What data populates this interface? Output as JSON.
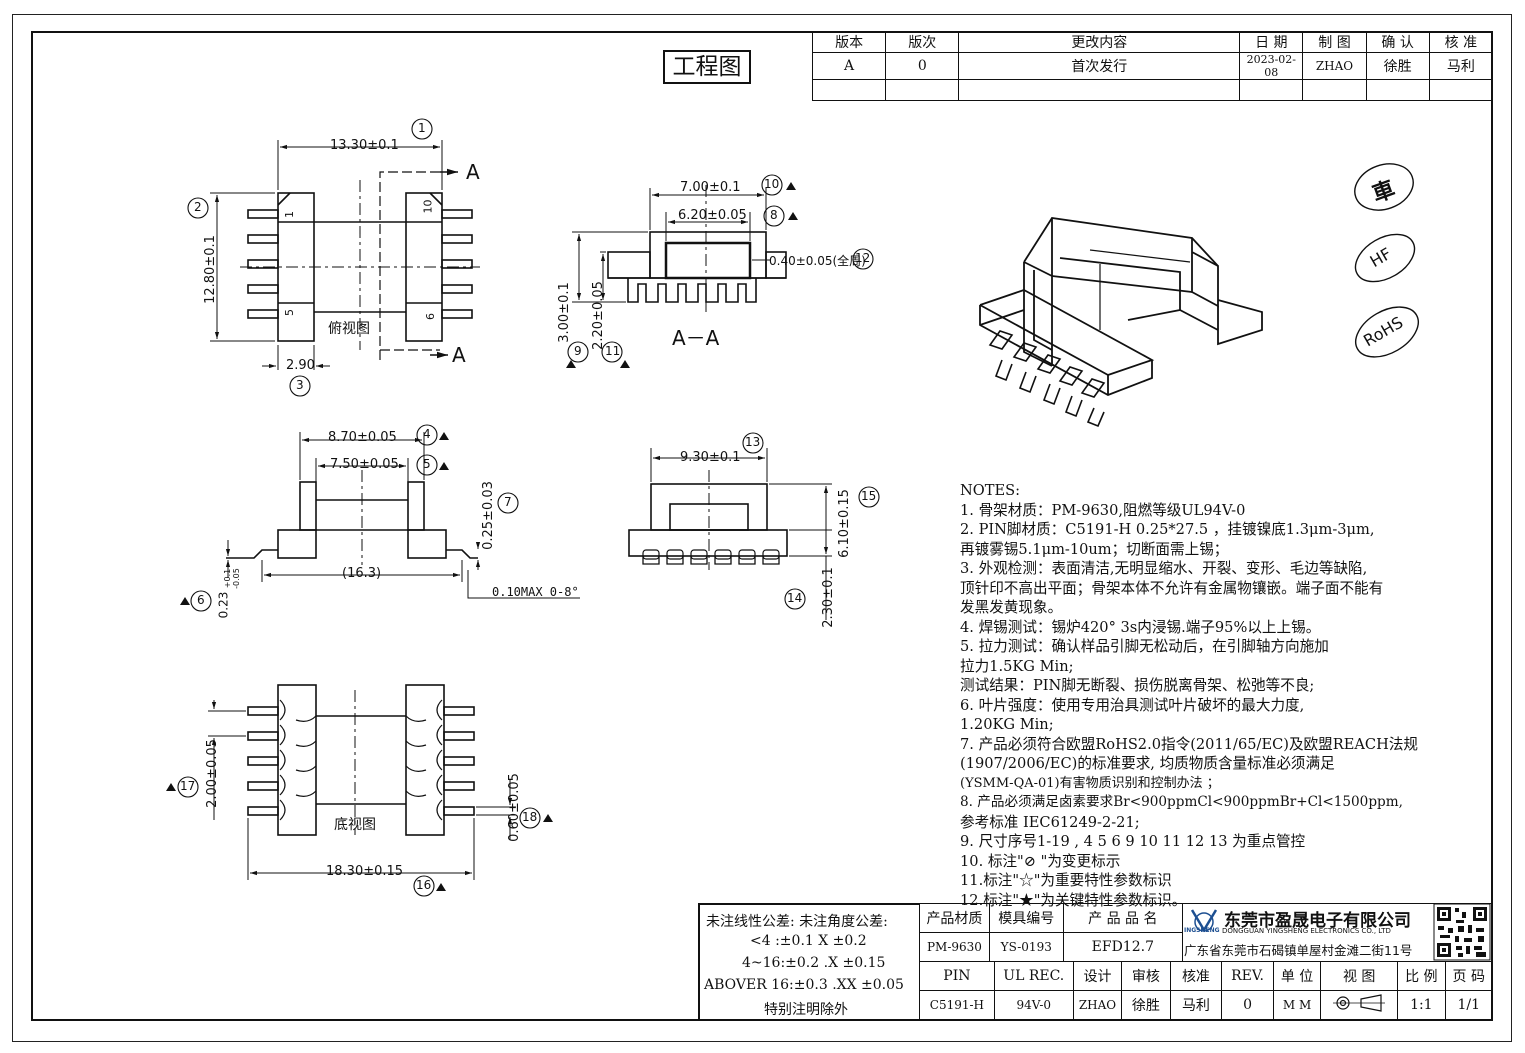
{
  "title": "工程图",
  "revision_table": {
    "headers": [
      "版本",
      "版次",
      "更改内容",
      "日 期",
      "制 图",
      "确 认",
      "核 准"
    ],
    "rows": [
      [
        "A",
        "0",
        "首次发行",
        "2023-02-08",
        "ZHAO",
        "徐胜",
        "马利"
      ],
      [
        "",
        "",
        "",
        "",
        "",
        "",
        ""
      ]
    ]
  },
  "views": {
    "top_view_label": "俯视图",
    "bottom_view_label": "底视图",
    "section_label": "A－A",
    "section_marker": "A",
    "pin_numbers": [
      "1",
      "10",
      "5",
      "6"
    ]
  },
  "dimensions": {
    "d1": "13.30±0.1",
    "d2": "12.80±0.1",
    "d3": "2.90",
    "d4": "8.70±0.05",
    "d5": "7.50±0.05",
    "d7": "0.25±0.03",
    "d6a": "0.23",
    "d6b": "+0.1",
    "d6c": "-0.05",
    "len163": "(16.3)",
    "flat": "0.10MAX 0-8°",
    "d10": "7.00±0.1",
    "d8": "6.20±0.05",
    "d12": "0.40±0.05(全周)",
    "d9": "3.00±0.1",
    "d11": "2.20±0.05",
    "d13": "9.30±0.1",
    "d15": "6.10±0.15",
    "d14": "2.30±0.1",
    "d17": "2.00±0.05",
    "d18": "0.60±0.05",
    "d16": "18.30±0.15"
  },
  "balloons": [
    "1",
    "2",
    "3",
    "4",
    "5",
    "6",
    "7",
    "8",
    "9",
    "10",
    "11",
    "12",
    "13",
    "14",
    "15",
    "16",
    "17",
    "18"
  ],
  "stamps": [
    "車",
    "HF",
    "RoHS"
  ],
  "notes": [
    "NOTES:",
    "1.  骨架材质：PM-9630,阻燃等级UL94V-0",
    "2.  PIN脚材质：C5191-H 0.25*27.5 ，挂镀镍底1.3μm-3μm,",
    "     再镀雾锡5.1μm-10um；切断面需上锡；",
    "3.  外观检测：表面清洁,无明显缩水、开裂、变形、毛边等缺陷,",
    "     顶针印不高出平面；骨架本体不允许有金属物镶嵌。端子面不能有",
    "     发黑发黄现象。",
    "4.  焊锡测试：锡炉420° 3s内浸锡.端子95%以上上锡。",
    "5.  拉力测试：确认样品引脚无松动后，在引脚轴方向施加",
    "     拉力1.5KG Min;",
    "     测试结果：PIN脚无断裂、损伤脱离骨架、松弛等不良;",
    "6.  叶片强度：使用专用治具测试叶片破坏的最大力度,",
    "     1.20KG Min;",
    "7.  产品必须符合欧盟RoHS2.0指令(2011/65/EC)及欧盟REACH法规",
    "     (1907/2006/EC)的标准要求, 均质物质含量标准必须满足",
    "     (YSMM-QA-01)有害物质识别和控制办法 ；",
    "8.  产品必须满足卤素要求Br<900ppmCl<900ppmBr+Cl<1500ppm,",
    "     参考标准 IEC61249-2-21;",
    "9.  尺寸序号1-19 , 4 5 6 9 10 11 12 13 为重点管控",
    "10. 标注\"⊘ \"为变更标示",
    "11.标注\"☆\"为重要特性参数标识",
    "12.标注\"★\"为关键特性参数标识。"
  ],
  "tolerance": {
    "line1": "未注线性公差:  未注角度公差:",
    "line2": "<4 :±0.1  X ±0.2",
    "line3": "4~16:±0.2  .X ±0.15",
    "line4": "ABOVER 16:±0.3  .XX ±0.05",
    "line5": "特别注明除外"
  },
  "title_block": {
    "row1": [
      "产品材质",
      "模具编号",
      "产 品 品 名"
    ],
    "row2": [
      "PM-9630",
      "YS-0193",
      "EFD12.7"
    ],
    "row3": [
      "PIN",
      "UL REC.",
      "设计",
      "审核",
      "核准",
      "REV.",
      "单 位",
      "视 图",
      "比 例",
      "页 码"
    ],
    "row4": [
      "C5191-H",
      "94V-0",
      "ZHAO",
      "徐胜",
      "马利",
      "0",
      "M M",
      "",
      "1:1",
      "1/1"
    ]
  },
  "company": {
    "name": "东莞市盈晟电子有限公司",
    "english": "DONGGUAN YINGSHENG ELECTRONICS CO., LTD",
    "logo_text": "INGSHENG",
    "address": "广东省东莞市石碣镇单屋村金滩二街11号"
  },
  "colors": {
    "line": "#111111",
    "logo_blue": "#1d4f91"
  }
}
